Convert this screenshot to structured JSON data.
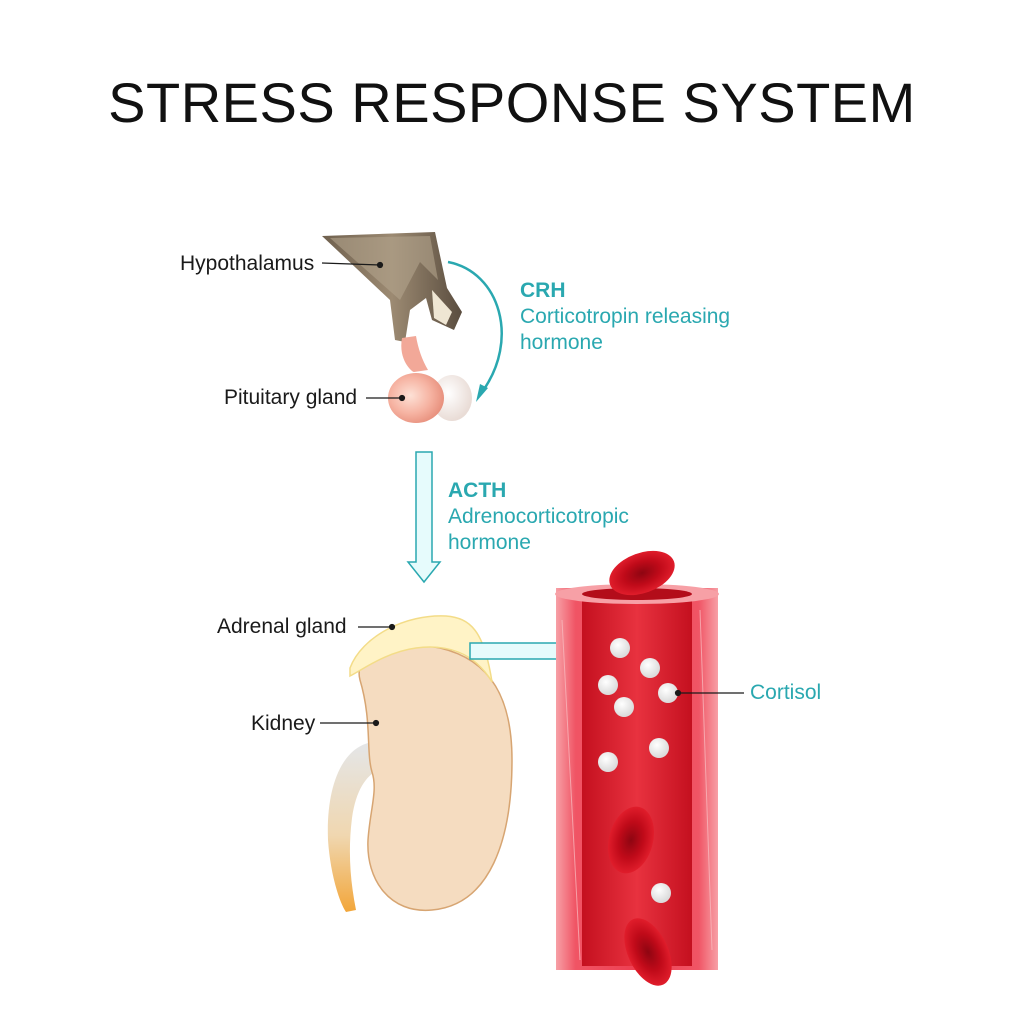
{
  "title": "STRESS RESPONSE SYSTEM",
  "labels": {
    "hypothalamus": "Hypothalamus",
    "pituitary": "Pituitary gland",
    "adrenal": "Adrenal gland",
    "kidney": "Kidney",
    "cortisol": "Cortisol"
  },
  "hormones": {
    "crh": {
      "abbr": "CRH",
      "full": "Corticotropin releasing hormone"
    },
    "acth": {
      "abbr": "ACTH",
      "full": "Adrenocorticotropic hormone"
    }
  },
  "colors": {
    "accent": "#2aa8b0",
    "arrow_fill": "#e6fbfc",
    "vessel": "#f25b6a",
    "blood_cell": "#d10f1e",
    "kidney": "#f5dcc0",
    "adrenal": "#fff3c6",
    "pituitary": "#f6b3a2",
    "hypothalamus": "#8d7b66"
  }
}
